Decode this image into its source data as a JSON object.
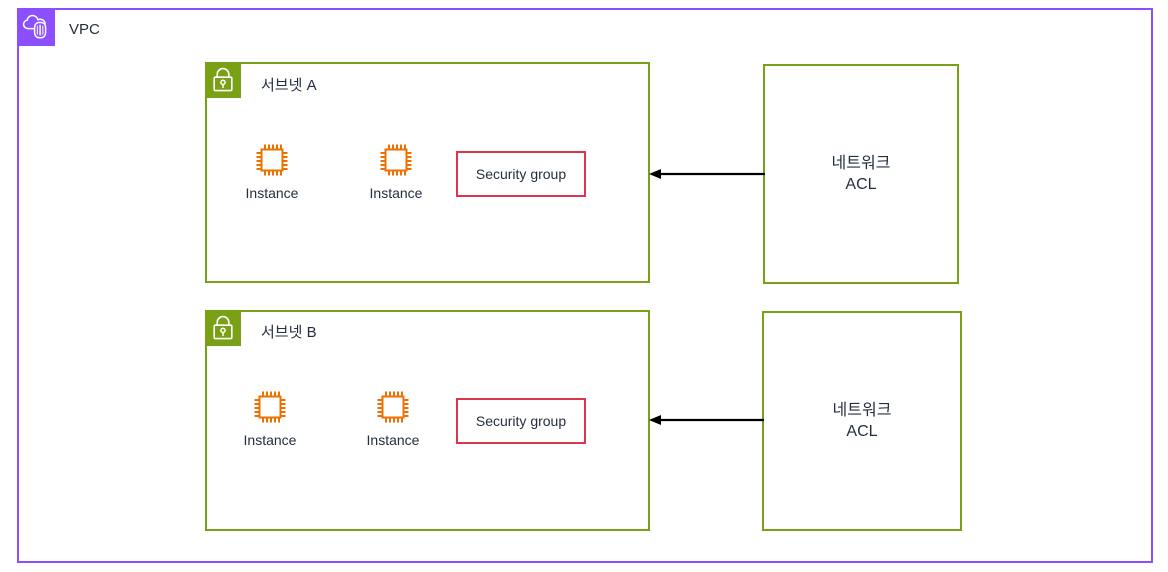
{
  "diagram": {
    "type": "aws-vpc-architecture",
    "colors": {
      "vpc_purple": "#8C4FFF",
      "subnet_green": "#7AA116",
      "instance_orange": "#ED7100",
      "security_group_red": "#DD3450",
      "text": "#232F3E",
      "background": "#FFFFFF"
    }
  },
  "vpc": {
    "title": "VPC",
    "icon": "vpc-cloud-icon"
  },
  "subnets": [
    {
      "id": "a",
      "title": "서브넷 A",
      "icon": "padlock-icon",
      "instances": [
        {
          "label": "Instance",
          "icon": "chip-icon"
        },
        {
          "label": "Instance",
          "icon": "chip-icon"
        }
      ],
      "security_group": {
        "label": "Security group"
      }
    },
    {
      "id": "b",
      "title": "서브넷 B",
      "icon": "padlock-icon",
      "instances": [
        {
          "label": "Instance",
          "icon": "chip-icon"
        },
        {
          "label": "Instance",
          "icon": "chip-icon"
        }
      ],
      "security_group": {
        "label": "Security group"
      }
    }
  ],
  "network_acls": [
    {
      "id": "a",
      "label": "네트워크\nACL"
    },
    {
      "id": "b",
      "label": "네트워크\nACL"
    }
  ],
  "connections": [
    {
      "id": "a",
      "from": "network-acl-a",
      "to": "subnet-a",
      "direction": "left",
      "style": "solid-arrow"
    },
    {
      "id": "b",
      "from": "network-acl-b",
      "to": "subnet-b",
      "direction": "left",
      "style": "solid-arrow"
    }
  ]
}
